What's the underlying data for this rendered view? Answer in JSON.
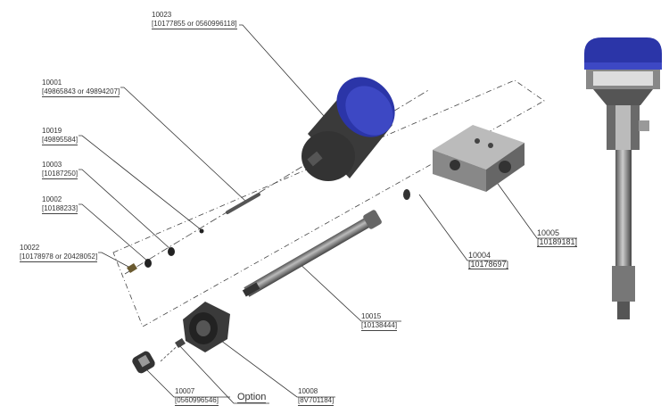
{
  "callouts": [
    {
      "id": "10023",
      "part": "[10177855 or 0560996118]"
    },
    {
      "id": "10001",
      "part": "[49865843 or 49894207]"
    },
    {
      "id": "10019",
      "part": "[49895584]"
    },
    {
      "id": "10003",
      "part": "[10187250]"
    },
    {
      "id": "10002",
      "part": "[10188233]"
    },
    {
      "id": "10022",
      "part": "[10178978 or 20428052]"
    },
    {
      "id": "10004",
      "part": "[10178697]"
    },
    {
      "id": "10005",
      "part": "[10189181]"
    },
    {
      "id": "10015",
      "part": "[10138444]"
    },
    {
      "id": "10007",
      "part": "[0560996546]"
    },
    {
      "id": "10008",
      "part": "[8V701184]"
    }
  ],
  "option_label": "Option",
  "colors": {
    "cap_blue": "#2b35a8",
    "steel": "#777777",
    "dark": "#2a2a2a"
  }
}
